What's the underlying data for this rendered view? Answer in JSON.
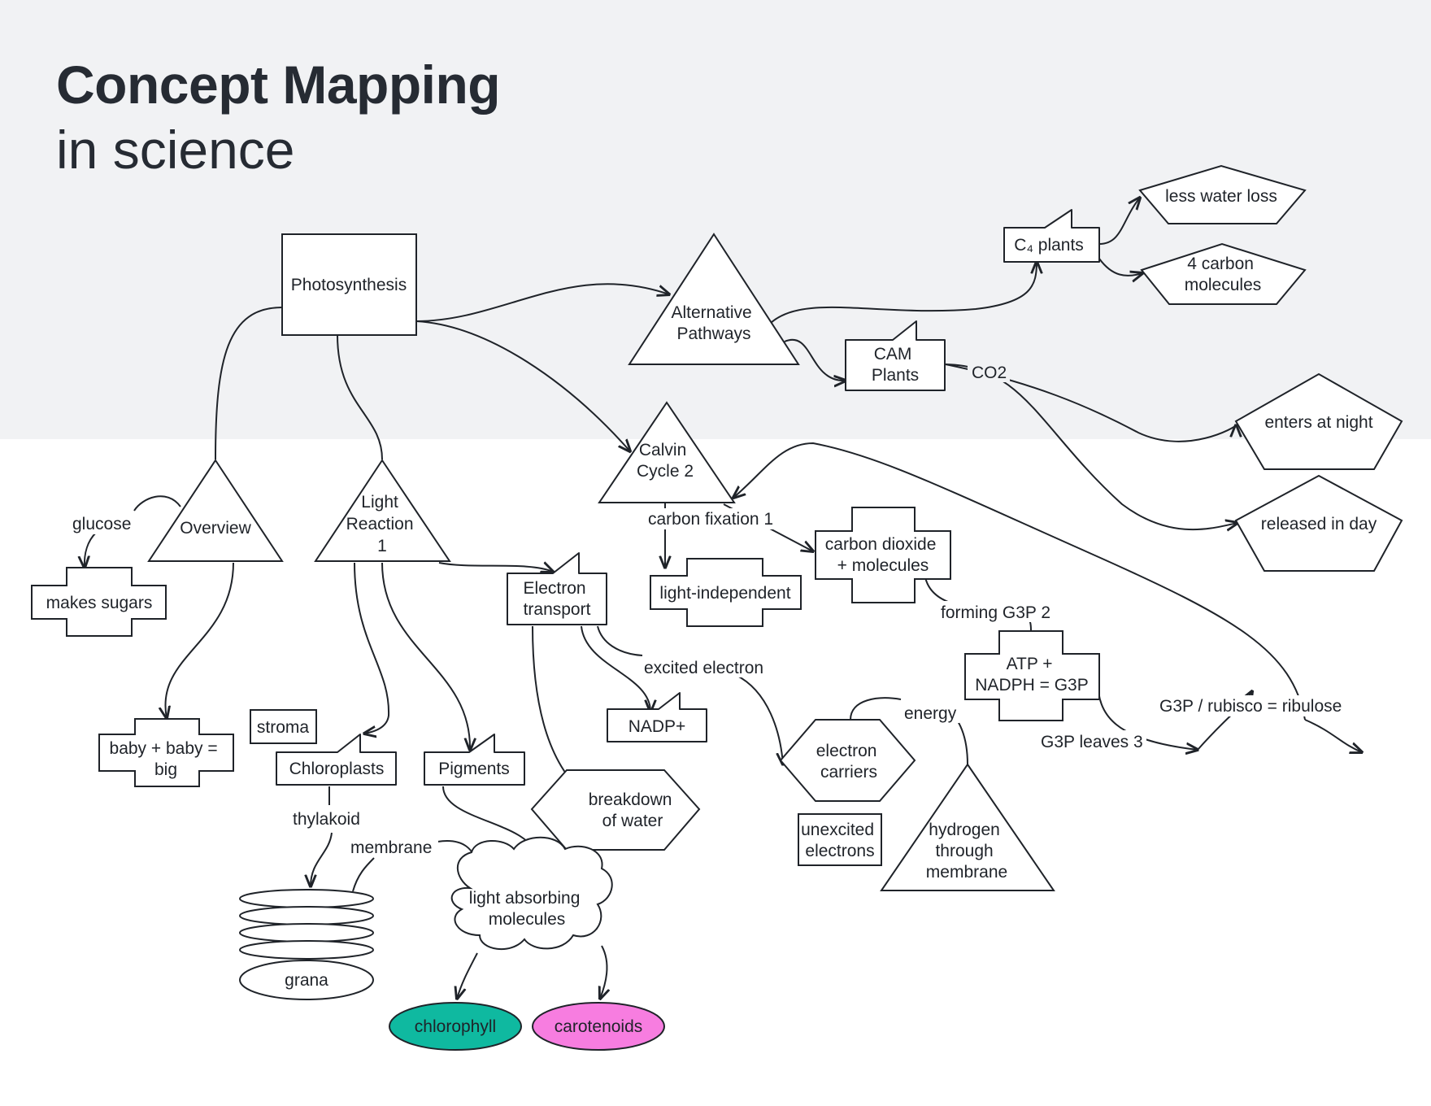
{
  "title": "Concept Mapping",
  "subtitle": "in science",
  "colors": {
    "header_bg": "#f1f2f4",
    "ink": "#1f2329",
    "chlorophyll": "#0fb9a0",
    "carotenoids": "#f77de0"
  },
  "nodes": {
    "photosynthesis": "Photosynthesis",
    "alternative_pathways": [
      "Alternative",
      "Pathways"
    ],
    "c4_plants": "C₄  plants",
    "less_water_loss": "less water loss",
    "four_carbon": [
      "4 carbon",
      "molecules"
    ],
    "cam_plants": [
      "CAM",
      "Plants"
    ],
    "enters_at_night": "enters at night",
    "released_in_day": "released in day",
    "calvin_cycle": [
      "Calvin",
      "Cycle 2"
    ],
    "light_independent": "light-independent",
    "carbon_dioxide": [
      "carbon dioxide",
      "+ molecules"
    ],
    "atp_nadph": [
      "ATP +",
      "NADPH = G3P"
    ],
    "overview": "Overview",
    "makes_sugars": "makes sugars",
    "baby_big": [
      "baby + baby =",
      "big"
    ],
    "light_reaction": [
      "Light",
      "Reaction",
      "1"
    ],
    "stroma": "stroma",
    "chloroplasts": "Chloroplasts",
    "pigments": "Pigments",
    "electron_transport": [
      "Electron",
      "transport"
    ],
    "nadp": "NADP+",
    "breakdown_water": [
      "breakdown",
      "of water"
    ],
    "electron_carriers": [
      "electron",
      "carriers"
    ],
    "unexcited": [
      "unexcited",
      "electrons"
    ],
    "hydrogen": [
      "hydrogen",
      "through",
      "membrane"
    ],
    "grana": "grana",
    "light_absorbing": [
      "light absorbing",
      "molecules"
    ],
    "chlorophyll": "chlorophyll",
    "carotenoids": "carotenoids"
  },
  "edge_labels": {
    "co2": "CO2",
    "carbon_fixation": "carbon fixation 1",
    "forming_g3p": "forming G3P 2",
    "g3p_leaves": "G3P leaves 3",
    "g3p_rubisco": "G3P / rubisco = ribulose",
    "glucose": "glucose",
    "excited_electron": "excited electron",
    "energy": "energy",
    "thylakoid": "thylakoid",
    "membrane": "membrane"
  }
}
